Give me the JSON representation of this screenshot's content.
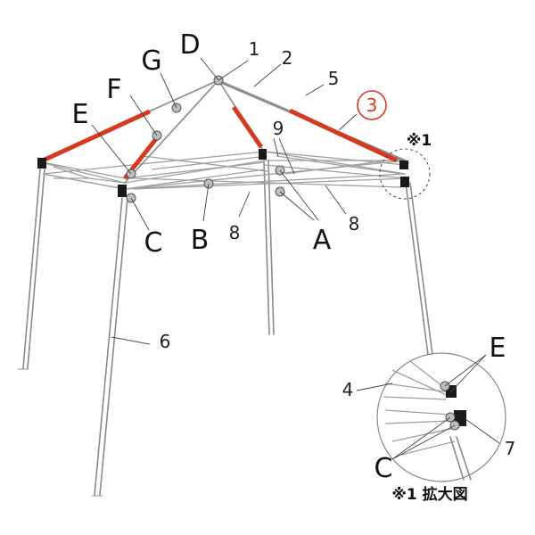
{
  "labels": {
    "A": "A",
    "B": "B",
    "C": "C",
    "D": "D",
    "E": "E",
    "F": "F",
    "G": "G",
    "n1": "1",
    "n2": "2",
    "n3": "3",
    "n4": "4",
    "n5": "5",
    "n6": "6",
    "n7": "7",
    "n8a": "8",
    "n8b": "8",
    "n9": "9",
    "callout_marker": "※1",
    "inset_caption": "※1 拡大図",
    "inset_E": "E",
    "inset_C": "C"
  },
  "colors": {
    "highlight": "#d63a1e",
    "frame": "#8a8a8a",
    "joint": "#bdbdbd",
    "bracket": "#1a1a1a"
  }
}
